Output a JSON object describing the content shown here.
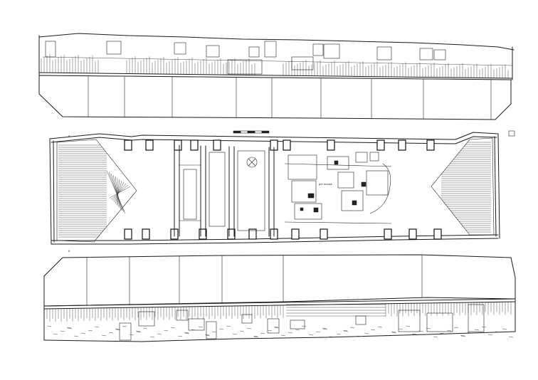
{
  "drawing": {
    "plan_annotation": "pre mouse",
    "scale_bar": {
      "divisions": 5
    },
    "section_marks": [
      "a",
      "b"
    ]
  },
  "style": {
    "ink": "#1a1a1a",
    "paper": "#ffffff"
  }
}
